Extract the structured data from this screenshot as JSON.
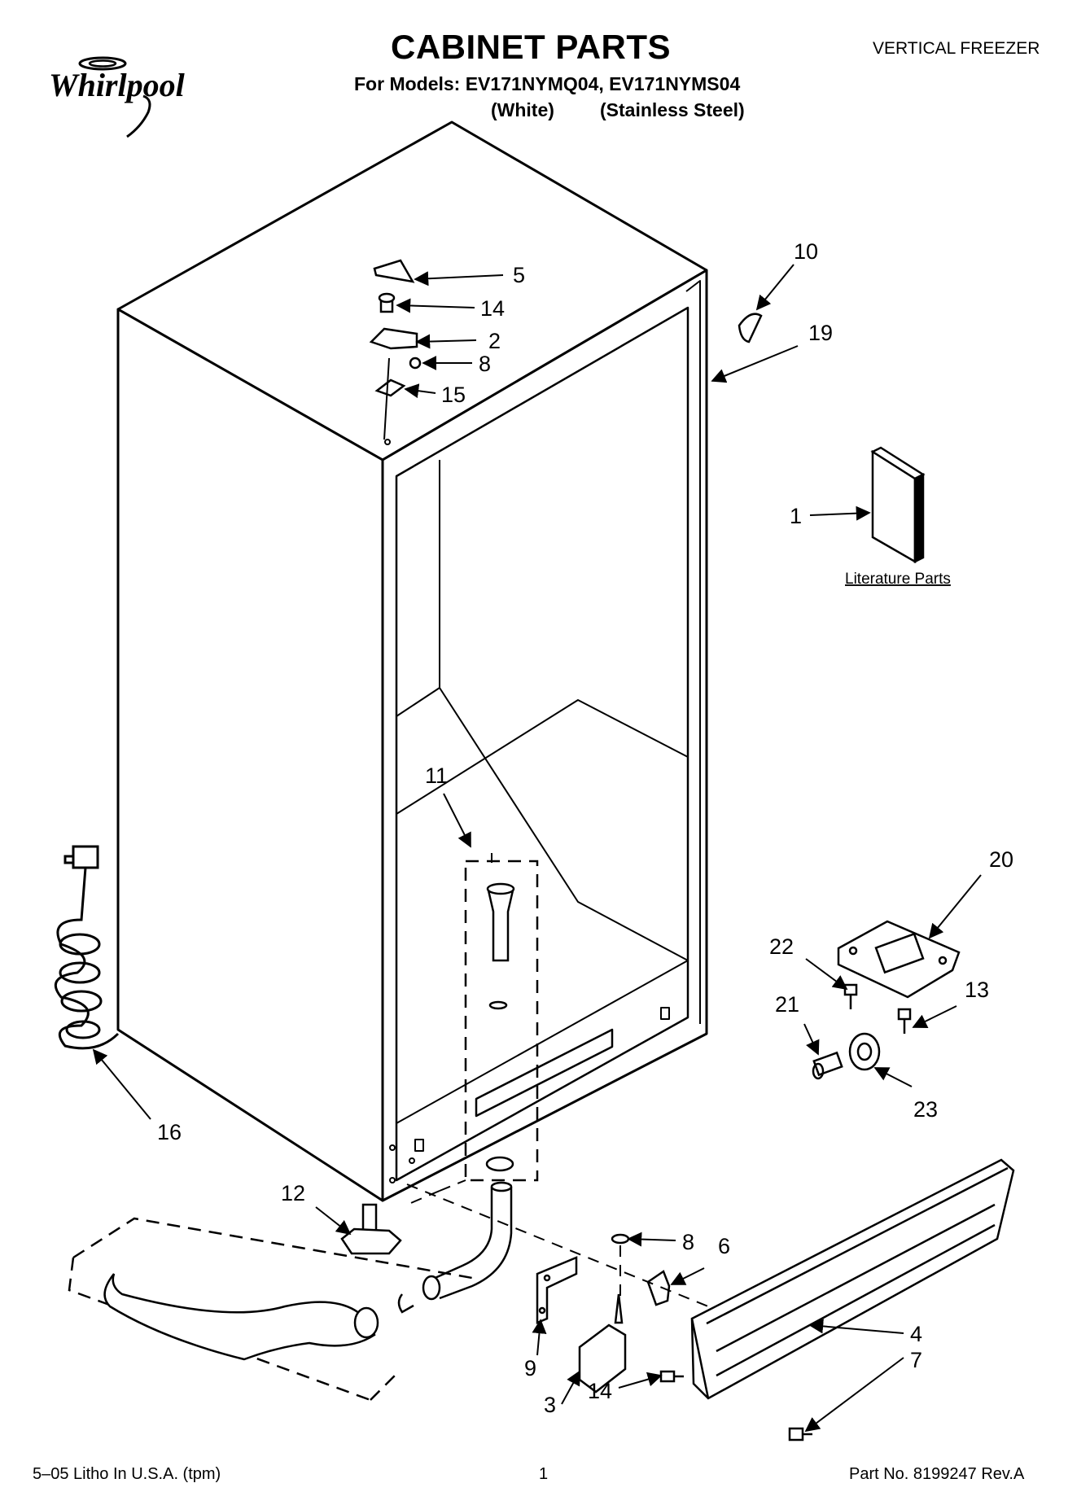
{
  "header": {
    "brand": "Whirlpool",
    "title": "CABINET PARTS",
    "appliance_type": "VERTICAL FREEZER",
    "models_line": "For Models: EV171NYMQ04, EV171NYMS04",
    "variant_1": "(White)",
    "variant_2": "(Stainless Steel)"
  },
  "diagram": {
    "literature_label": "Literature Parts",
    "callouts": {
      "c1": "1",
      "c2": "2",
      "c3": "3",
      "c4": "4",
      "c5": "5",
      "c6": "6",
      "c7": "7",
      "c8a": "8",
      "c8b": "8",
      "c9": "9",
      "c10": "10",
      "c11": "11",
      "c12": "12",
      "c13": "13",
      "c14a": "14",
      "c14b": "14",
      "c15": "15",
      "c16": "16",
      "c19": "19",
      "c20": "20",
      "c21": "21",
      "c22": "22",
      "c23": "23"
    }
  },
  "footer": {
    "left": "5–05 Litho In U.S.A. (tpm)",
    "page": "1",
    "part_no": "Part No. 8199247 Rev.A"
  }
}
